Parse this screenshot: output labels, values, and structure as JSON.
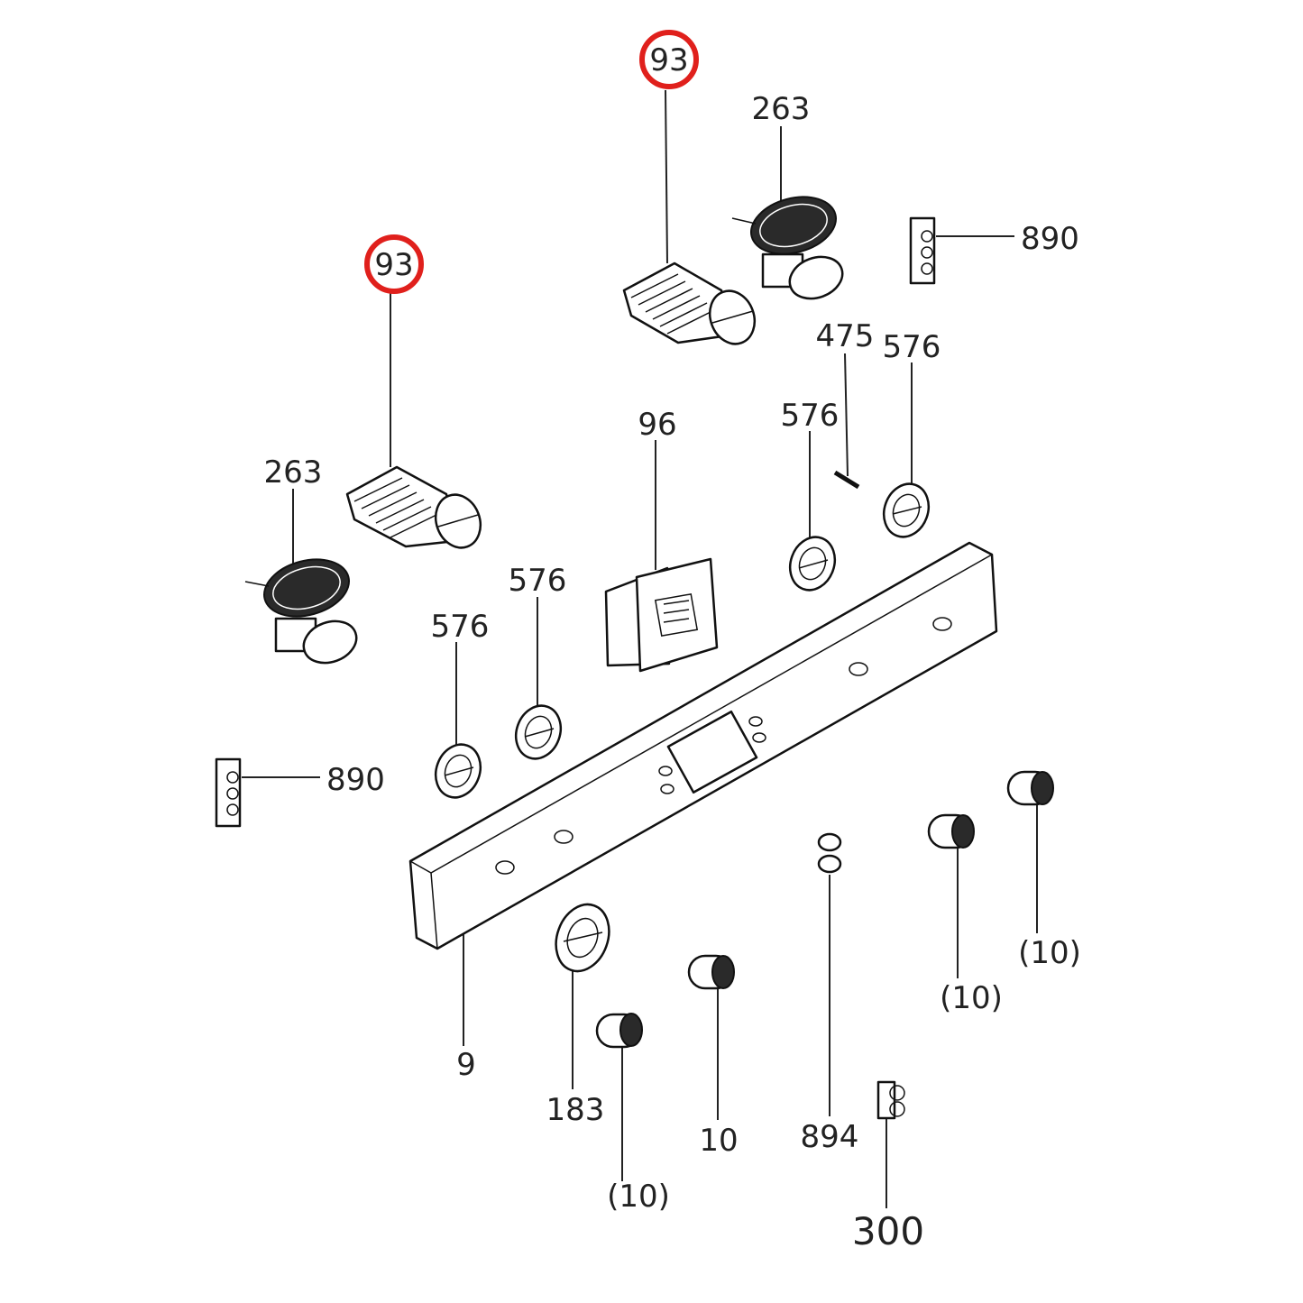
{
  "labels": {
    "l93a": "93",
    "l93b": "93",
    "l263a": "263",
    "l263b": "263",
    "l890a": "890",
    "l890b": "890",
    "l475": "475",
    "l576a": "576",
    "l576b": "576",
    "l576c": "576",
    "l576d": "576",
    "l96": "96",
    "l9": "9",
    "l183": "183",
    "l10": "10",
    "l10p1": "(10)",
    "l10p2": "(10)",
    "l10p3": "(10)",
    "l894": "894",
    "l300": "300"
  },
  "colors": {
    "highlight": "#e0201c",
    "line": "#222222"
  }
}
